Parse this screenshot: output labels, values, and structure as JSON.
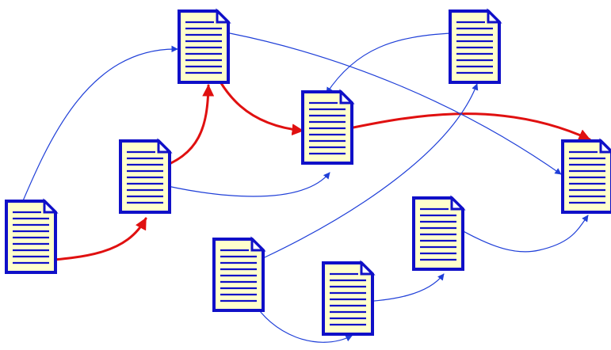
{
  "colors": {
    "background": "#ffffff",
    "document_outline": "#1010c8",
    "document_fill": "#ffffcc",
    "link_normal": "#1f3fd8",
    "link_highlighted": "#e01010"
  },
  "icons": {
    "document": "document-icon",
    "arrowhead": "arrowhead-icon"
  },
  "documents": [
    {
      "id": "doc-1"
    },
    {
      "id": "doc-2"
    },
    {
      "id": "doc-3"
    },
    {
      "id": "doc-4"
    },
    {
      "id": "doc-5"
    },
    {
      "id": "doc-6"
    },
    {
      "id": "doc-7"
    },
    {
      "id": "doc-8"
    },
    {
      "id": "doc-9"
    }
  ],
  "links": [
    {
      "from": "doc-1",
      "to": "doc-2",
      "kind": "highlighted"
    },
    {
      "from": "doc-2",
      "to": "doc-3",
      "kind": "highlighted"
    },
    {
      "from": "doc-3",
      "to": "doc-4",
      "kind": "highlighted"
    },
    {
      "from": "doc-4",
      "to": "doc-6",
      "kind": "highlighted"
    },
    {
      "from": "doc-1",
      "to": "doc-3",
      "kind": "normal"
    },
    {
      "from": "doc-3",
      "to": "doc-6",
      "kind": "normal"
    },
    {
      "from": "doc-2",
      "to": "doc-4",
      "kind": "normal"
    },
    {
      "from": "doc-5",
      "to": "doc-4",
      "kind": "normal"
    },
    {
      "from": "doc-7",
      "to": "doc-5",
      "kind": "normal"
    },
    {
      "from": "doc-7",
      "to": "doc-8",
      "kind": "normal"
    },
    {
      "from": "doc-8",
      "to": "doc-9",
      "kind": "normal"
    },
    {
      "from": "doc-9",
      "to": "doc-6",
      "kind": "normal"
    }
  ]
}
